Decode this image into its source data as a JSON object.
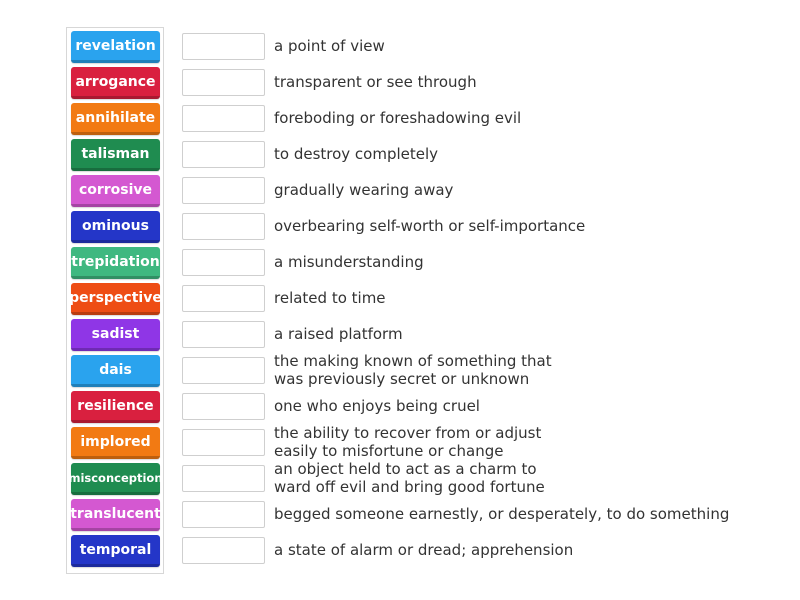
{
  "words": [
    {
      "text": "revelation",
      "color": "#2aa3ee"
    },
    {
      "text": "arrogance",
      "color": "#d9203f"
    },
    {
      "text": "annihilate",
      "color": "#f27a13"
    },
    {
      "text": "talisman",
      "color": "#1f8c50"
    },
    {
      "text": "corrosive",
      "color": "#d458d1"
    },
    {
      "text": "ominous",
      "color": "#2436c8"
    },
    {
      "text": "trepidation",
      "color": "#3fb880"
    },
    {
      "text": "perspective",
      "color": "#ee4d14"
    },
    {
      "text": "sadist",
      "color": "#8f36e6"
    },
    {
      "text": "dais",
      "color": "#2aa3ee"
    },
    {
      "text": "resilience",
      "color": "#d9203f"
    },
    {
      "text": "implored",
      "color": "#f27a13"
    },
    {
      "text": "misconception",
      "color": "#1f8c50"
    },
    {
      "text": "translucent",
      "color": "#d458d1"
    },
    {
      "text": "temporal",
      "color": "#2436c8"
    }
  ],
  "definitions": [
    "a point of view",
    "transparent or see through",
    "foreboding or foreshadowing evil",
    "to destroy completely",
    "gradually wearing away",
    "overbearing self-worth or self-importance",
    "a misunderstanding",
    "related to time",
    "a raised platform",
    "the making known of something that\nwas previously secret or unknown",
    "one who enjoys being cruel",
    "the ability to recover from or adjust\neasily to misfortune or change",
    "an object held to act as a charm to\nward off evil and bring good fortune",
    "begged someone earnestly, or desperately, to do something",
    "a state of alarm or dread; apprehension"
  ]
}
